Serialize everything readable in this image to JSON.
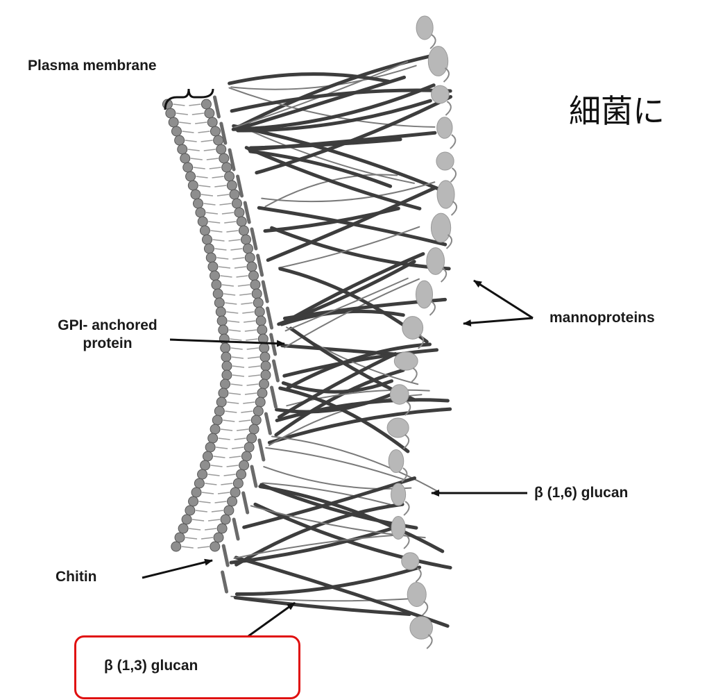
{
  "title": "細菌に",
  "labels": {
    "plasma_membrane": "Plasma membrane",
    "gpi_line1": "GPI- anchored",
    "gpi_line2": "protein",
    "mannoproteins": "mannoproteins",
    "beta16": "β (1,6) glucan",
    "chitin": "Chitin",
    "beta13": "β (1,3) glucan"
  },
  "colors": {
    "highlight": "#e01010",
    "fiber": "#3d3d3d",
    "fiber_light": "#7a7a7a",
    "lipid_head": "#8e8e8e",
    "mannoprotein": "#b8b8b8"
  }
}
